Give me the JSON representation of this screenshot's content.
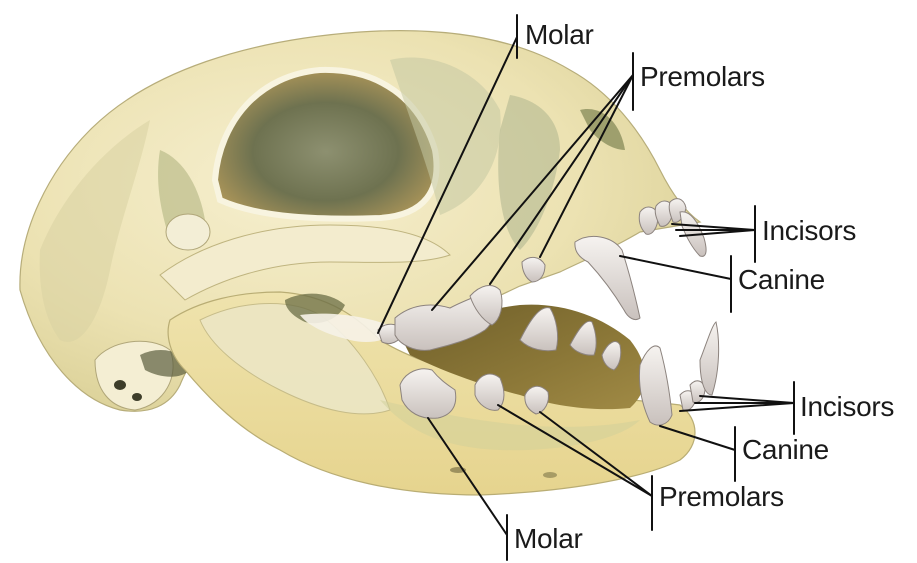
{
  "diagram": {
    "subject": "Cat skull, lateral view, showing dentition",
    "colors": {
      "bone": "#efe5b8",
      "bone_light": "#f7f1d6",
      "bone_shadow": "#c9c08a",
      "bone_green": "#a7a877",
      "orbit": "#6f7350",
      "mouth_interior": "#8a7636",
      "tooth": "#eeeae6",
      "tooth_shadow": "#b9b1ad",
      "leader_line": "#111111",
      "text": "#1a1a1a"
    },
    "labels": {
      "upper_molar": "Molar",
      "upper_premolars": "Premolars",
      "upper_incisors": "Incisors",
      "upper_canine": "Canine",
      "lower_incisors": "Incisors",
      "lower_canine": "Canine",
      "lower_premolars": "Premolars",
      "lower_molar": "Molar"
    }
  }
}
